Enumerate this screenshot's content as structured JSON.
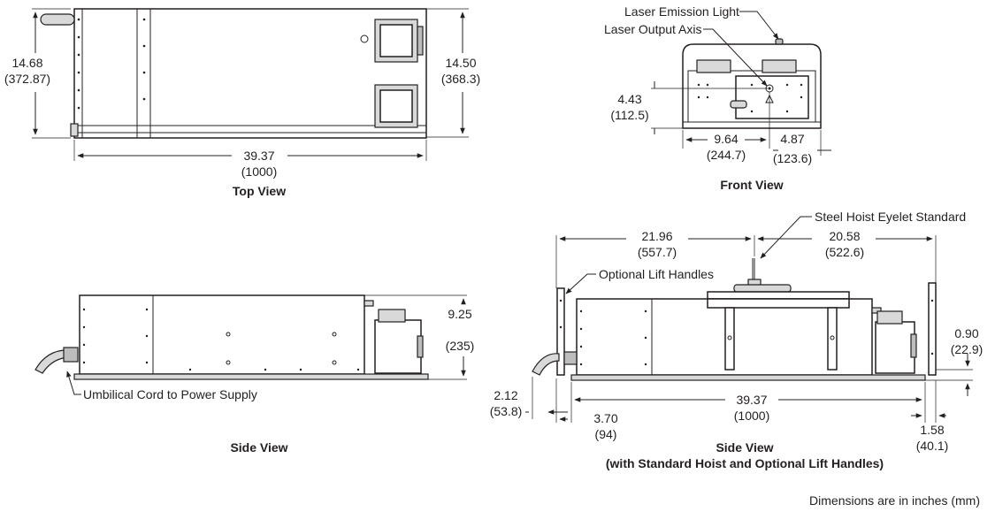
{
  "views": {
    "top": {
      "caption": "Top View",
      "height_left": [
        "14.68",
        "(372.87)"
      ],
      "height_right": [
        "14.50",
        "(368.3)"
      ],
      "length": [
        "39.37",
        "(1000)"
      ]
    },
    "front": {
      "caption": "Front View",
      "emission_label": "Laser Emission Light",
      "axis_label": "Laser Output Axis",
      "axis_height": [
        "4.43",
        "(112.5)"
      ],
      "axis_from_left": [
        "9.64",
        "(244.7)"
      ],
      "axis_from_right": [
        "4.87",
        "(123.6)"
      ]
    },
    "side": {
      "caption": "Side View",
      "height": [
        "9.25",
        "(235)"
      ],
      "cord_label": "Umbilical Cord to Power Supply"
    },
    "side_hoist": {
      "caption": [
        "Side View",
        "(with Standard Hoist and Optional Lift Handles)"
      ],
      "hoist_label": "Steel Hoist Eyelet Standard",
      "handles_label": "Optional Lift Handles",
      "left_to_hoist": [
        "21.96",
        "(557.7)"
      ],
      "hoist_to_right": [
        "20.58",
        "(522.6)"
      ],
      "handle_height": [
        "0.90",
        "(22.9)"
      ],
      "length": [
        "39.37",
        "(1000)"
      ],
      "cord_offset": [
        "2.12",
        "(53.8)"
      ],
      "handle_offset_left": [
        "3.70",
        "(94)"
      ],
      "handle_offset_right": [
        "1.58",
        "(40.1)"
      ]
    }
  },
  "footnote": "Dimensions are in inches (mm)"
}
